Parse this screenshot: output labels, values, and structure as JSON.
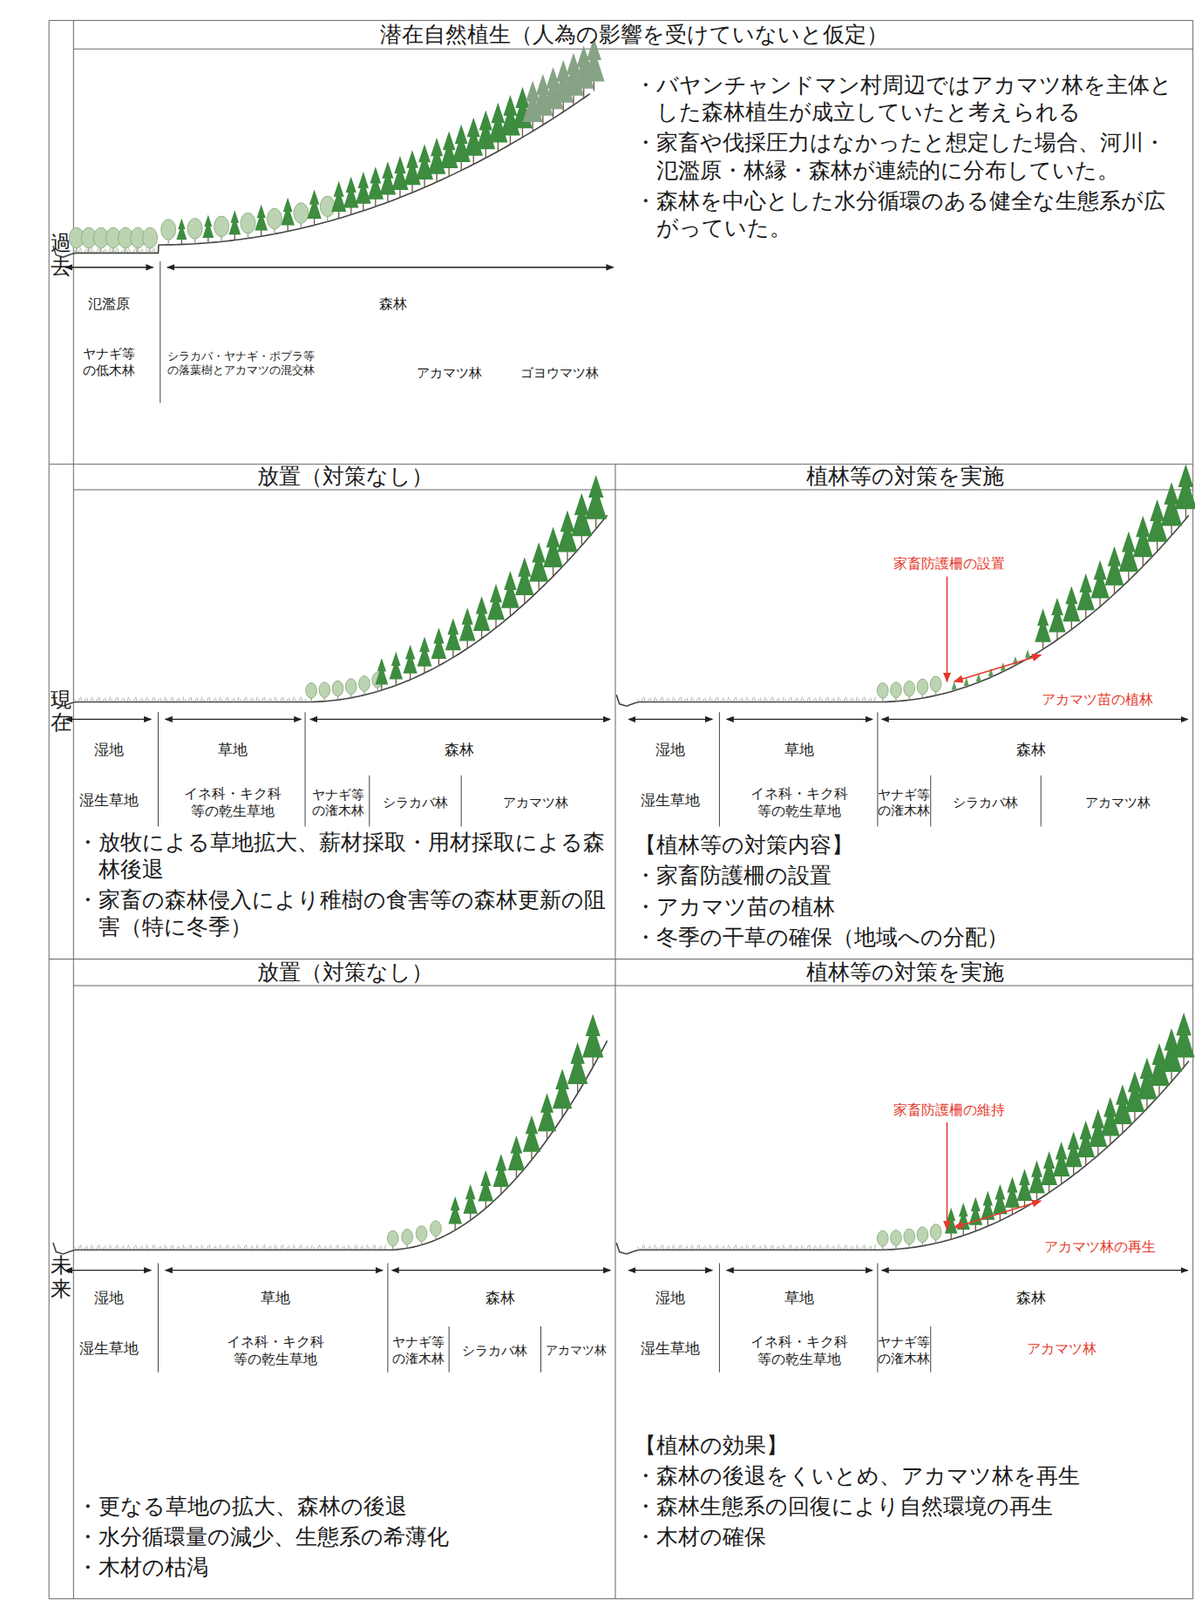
{
  "diagram": {
    "labels": [
      "潜在自然植生（人為の影響を受けていないと仮定）",
      "過去",
      "氾濫原",
      "ヤナギ等の低木林",
      "森林",
      "シラカバ・ヤナギ・ポプラ等の落葉樹とアカマツの混交林",
      "アカマツ林",
      "ゴヨウマツ林",
      "・バヤンチャンドマン村周辺ではアカマツ林を主体とした森林植生が成立していたと考えられる",
      "・家畜や伐採圧力はなかったと想定した場合、河川・氾濫原・林縁・森林が連続的に分布していた。",
      "・森林を中心とした水分循環のある健全な生態系が広がっていた。",
      "現在",
      "放置（対策なし）",
      "植林等の対策を実施",
      "湿地",
      "湿生草地",
      "草地",
      "イネ科・キク科等の乾生草地",
      "森林",
      "ヤナギ等の潅木林",
      "シラカバ林",
      "アカマツ林",
      "・放牧による草地拡大、薪材採取・用材採取による森林後退",
      "・家畜の森林侵入により稚樹の食害等の森林更新の阻害（特に冬季）",
      "家畜防護柵の設置",
      "アカマツ苗の植林",
      "湿地",
      "湿生草地",
      "草地",
      "イネ科・キク科等の乾生草地",
      "森林",
      "ヤナギ等の潅木林",
      "シラカバ林",
      "アカマツ林",
      "【植林等の対策内容】",
      "・家畜防護柵の設置",
      "・アカマツ苗の植林",
      "・冬季の干草の確保（地域への分配）",
      "未来",
      "放置（対策なし）",
      "植林等の対策を実施",
      "湿地",
      "湿生草地",
      "草地",
      "イネ科・キク科等の乾生草地",
      "森林",
      "ヤナギ等の潅木林",
      "シラカバ林",
      "アカマツ林",
      "・更なる草地の拡大、森林の後退",
      "・水分循環量の減少、生態系の希薄化",
      "・木材の枯渇",
      "家畜防護柵の維持",
      "アカマツ林の再生",
      "湿地",
      "湿生草地",
      "草地",
      "イネ科・キク科等の乾生草地",
      "森林",
      "ヤナギ等の潅木林",
      "アカマツ林",
      "【植林の効果】",
      "・森林の後退をくいとめ、アカマツ林を再生",
      "・森林生態系の回復により自然環境の再生",
      "・木材の確保"
    ]
  }
}
